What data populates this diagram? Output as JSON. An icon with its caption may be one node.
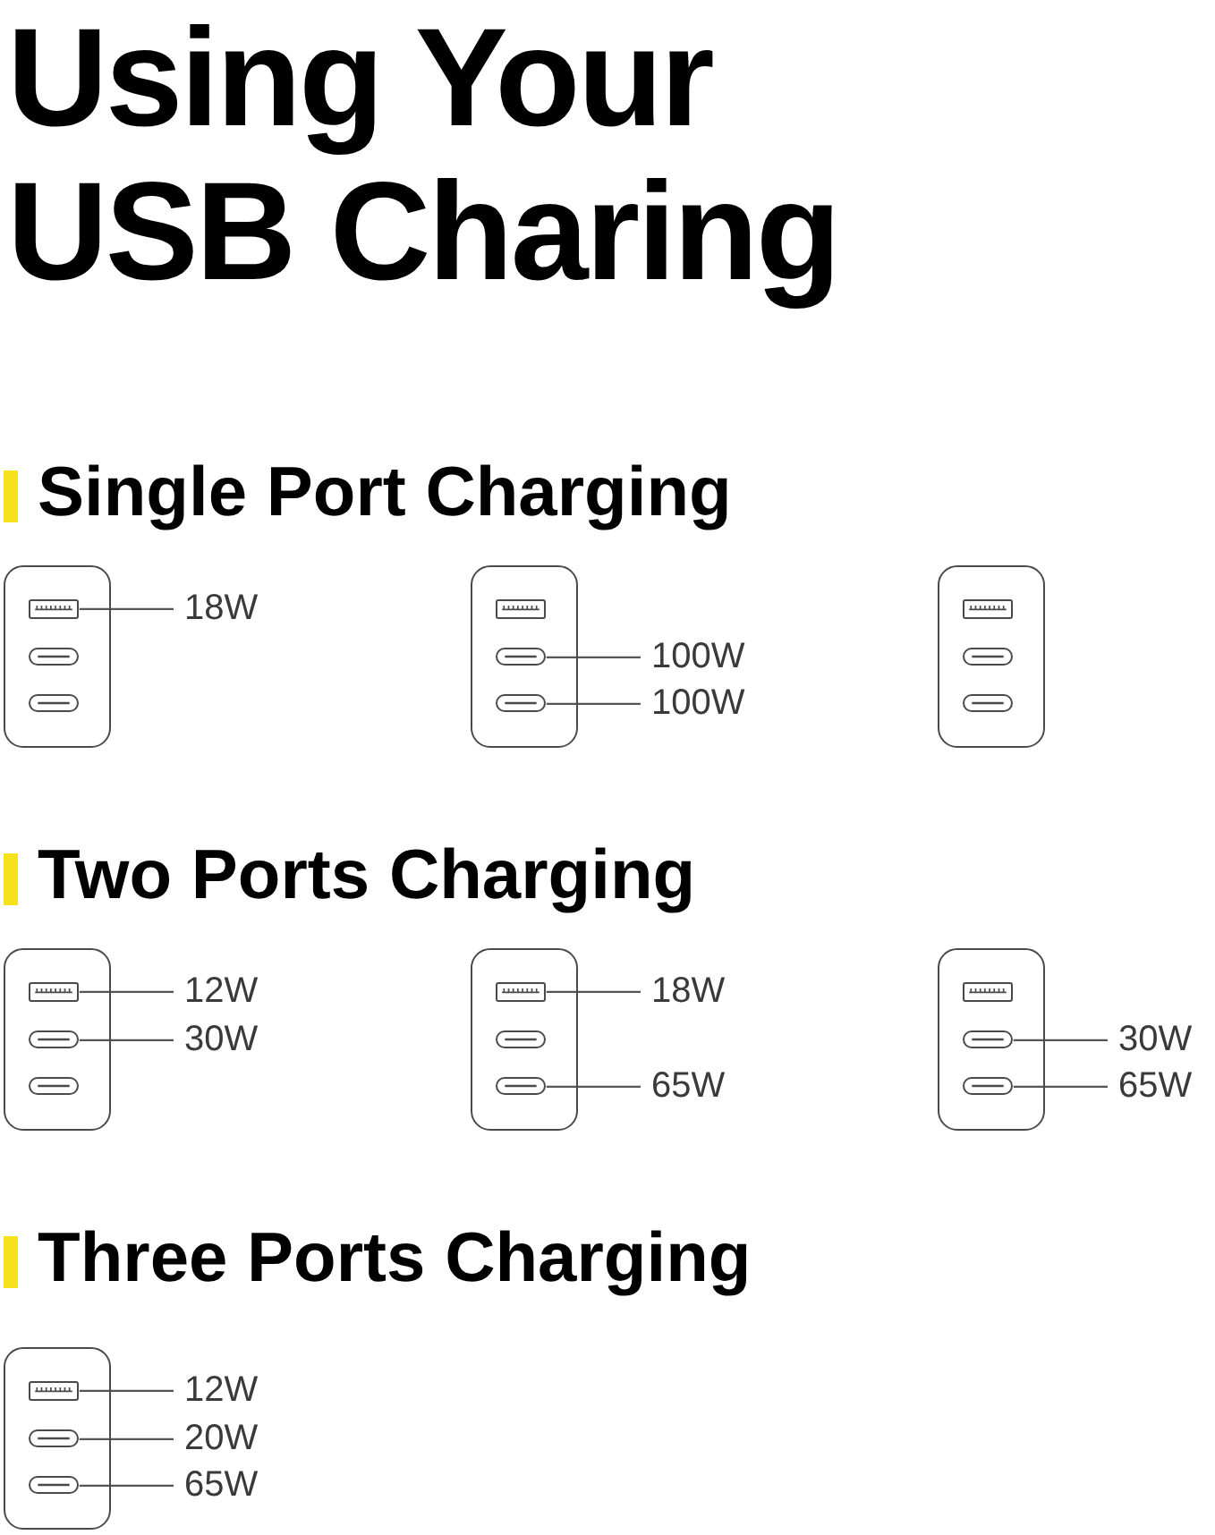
{
  "diagram": {
    "title": "Using Your USB Charing",
    "nodes": [
      {
        "text": [],
        "shape": "box"
      },
      {
        "text": [],
        "shape": "box",
        "in": 0
      },
      {
        "text": [],
        "shape": "bar",
        "in": 0
      },
      {
        "text": [],
        "shape": "bar",
        "in": 0
      },
      {
        "text": [
          "18W"
        ]
      },
      {
        "text": [],
        "shape": "box"
      },
      {
        "text": [],
        "shape": "box",
        "in": 5
      },
      {
        "text": [],
        "shape": "bar",
        "in": 5
      },
      {
        "text": [],
        "shape": "bar",
        "in": 5
      },
      {
        "text": [
          "100W"
        ]
      },
      {
        "text": [],
        "shape": "box"
      },
      {
        "text": [],
        "shape": "box",
        "in": 10
      },
      {
        "text": [],
        "shape": "bar",
        "in": 10
      },
      {
        "text": [],
        "shape": "bar",
        "in": 10
      },
      {
        "text": [
          "100W"
        ]
      },
      {
        "text": [],
        "shape": "box"
      },
      {
        "text": [],
        "shape": "box",
        "in": 15
      },
      {
        "text": [],
        "shape": "bar",
        "in": 15
      },
      {
        "text": [],
        "shape": "bar",
        "in": 15
      },
      {
        "text": [
          "12W"
        ]
      },
      {
        "text": [
          "30W"
        ]
      },
      {
        "text": [],
        "shape": "box"
      },
      {
        "text": [],
        "shape": "box",
        "in": 21
      },
      {
        "text": [],
        "shape": "bar",
        "in": 21
      },
      {
        "text": [],
        "shape": "bar",
        "in": 21
      },
      {
        "text": [
          "18W"
        ]
      },
      {
        "text": [
          "65W"
        ]
      },
      {
        "text": [],
        "shape": "box"
      },
      {
        "text": [],
        "shape": "box",
        "in": 27
      },
      {
        "text": [],
        "shape": "bar",
        "in": 27
      },
      {
        "text": [],
        "shape": "bar",
        "in": 27
      },
      {
        "text": [
          "30W"
        ]
      },
      {
        "text": [
          "65W"
        ]
      },
      {
        "text": [],
        "shape": "box"
      },
      {
        "text": [],
        "shape": "box",
        "in": 33
      },
      {
        "text": [],
        "shape": "bar",
        "in": 33
      },
      {
        "text": [],
        "shape": "bar",
        "in": 33
      },
      {
        "text": [
          "12W"
        ]
      },
      {
        "text": [
          "20W"
        ]
      },
      {
        "text": [
          "65W"
        ]
      }
    ],
    "edges": [
      {
        "from": 4,
        "to": 1,
        "arrow": "none"
      },
      {
        "from": 9,
        "to": 7,
        "arrow": "none"
      },
      {
        "from": 14,
        "to": 8,
        "arrow": "none"
      },
      {
        "from": 19,
        "to": 16,
        "arrow": "none"
      },
      {
        "from": 20,
        "to": 17,
        "arrow": "none"
      },
      {
        "from": 25,
        "to": 22,
        "arrow": "none"
      },
      {
        "from": 26,
        "to": 24,
        "arrow": "none"
      },
      {
        "from": 31,
        "to": 29,
        "arrow": "none"
      },
      {
        "from": 32,
        "to": 30,
        "arrow": "none"
      },
      {
        "from": 37,
        "to": 34,
        "arrow": "none"
      },
      {
        "from": 38,
        "to": 35,
        "arrow": "none"
      },
      {
        "from": 39,
        "to": 36,
        "arrow": "none"
      }
    ],
    "labels": [
      "Single Port Charging",
      "Two Ports Charging",
      "Three Ports Charging"
    ]
  }
}
